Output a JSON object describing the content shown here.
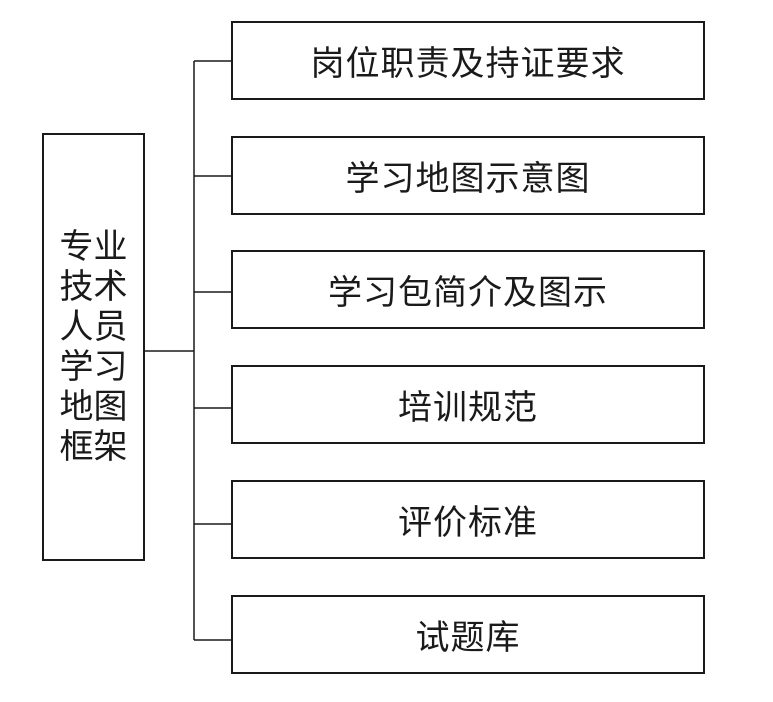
{
  "diagram": {
    "root": {
      "label": "专业技术人员学习地图框架"
    },
    "children": [
      {
        "label": "岗位职责及持证要求"
      },
      {
        "label": "学习地图示意图"
      },
      {
        "label": "学习包简介及图示"
      },
      {
        "label": "培训规范"
      },
      {
        "label": "评价标准"
      },
      {
        "label": "试题库"
      }
    ]
  }
}
